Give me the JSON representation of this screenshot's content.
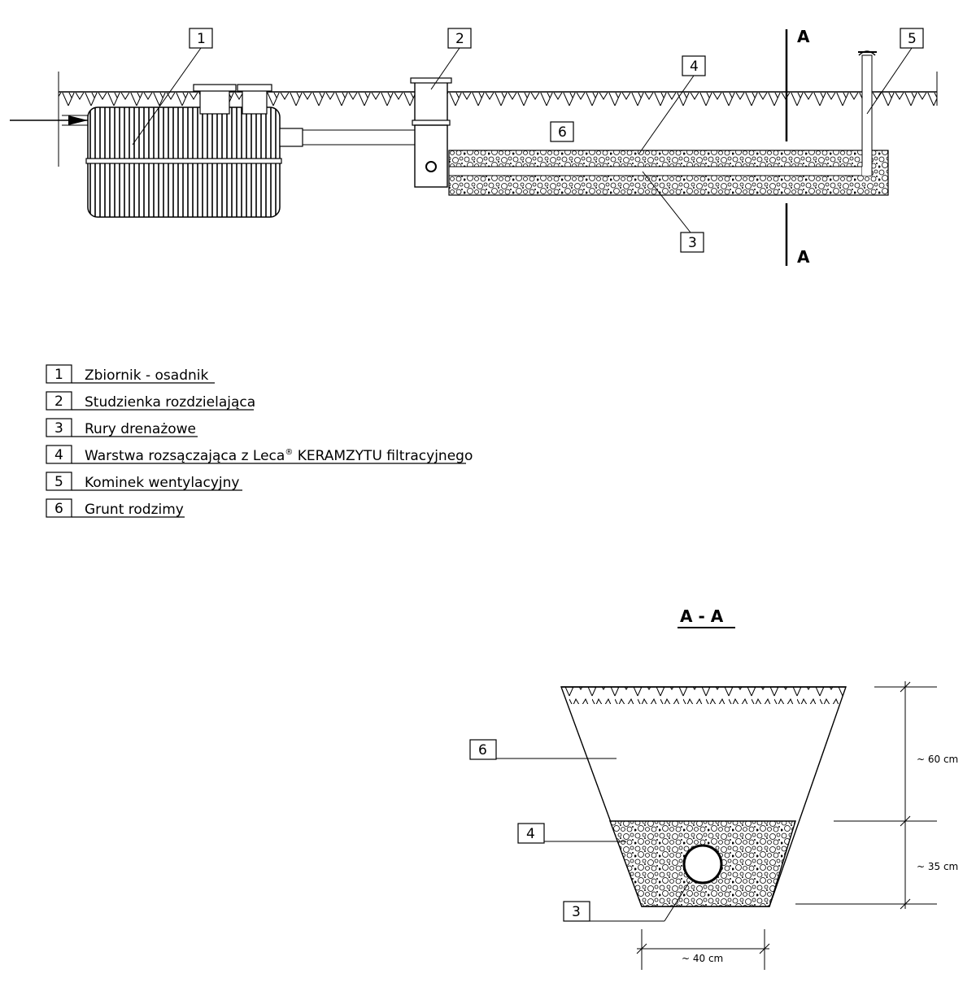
{
  "diagram": {
    "callouts": {
      "c1": "1",
      "c2": "2",
      "c3": "3",
      "c4": "4",
      "c5": "5",
      "c6": "6",
      "s3": "3",
      "s4": "4",
      "s6": "6"
    },
    "section_mark_top": "A",
    "section_mark_bottom": "A",
    "section_title": "A - A",
    "dimensions": {
      "depth_top": "~ 60 cm",
      "depth_bottom": "~ 35 cm",
      "width": "~ 40 cm"
    }
  },
  "legend": {
    "items": [
      {
        "num": "1",
        "text": "Zbiornik - osadnik"
      },
      {
        "num": "2",
        "text": "Studzienka rozdzielająca"
      },
      {
        "num": "3",
        "text": "Rury drenażowe"
      },
      {
        "num": "4",
        "text_before": "Warstwa rozsączająca z Leca",
        "superscript": "®",
        "text_after": " KERAMZYTU filtracyjnego"
      },
      {
        "num": "5",
        "text": "Kominek wentylacyjny"
      },
      {
        "num": "6",
        "text": "Grunt rodzimy"
      }
    ]
  }
}
